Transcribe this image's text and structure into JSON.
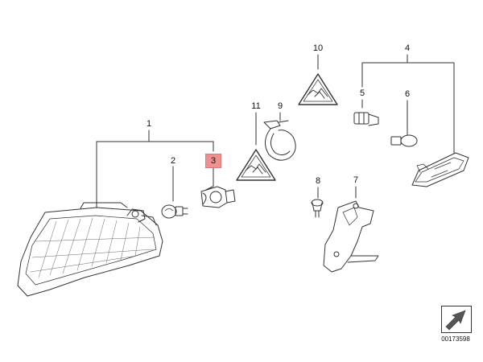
{
  "callouts": [
    {
      "id": "1",
      "label": "1"
    },
    {
      "id": "2",
      "label": "2"
    },
    {
      "id": "3",
      "label": "3",
      "highlighted": true
    },
    {
      "id": "4",
      "label": "4"
    },
    {
      "id": "5",
      "label": "5"
    },
    {
      "id": "6",
      "label": "6"
    },
    {
      "id": "7",
      "label": "7"
    },
    {
      "id": "8",
      "label": "8"
    },
    {
      "id": "9",
      "label": "9"
    },
    {
      "id": "10",
      "label": "10"
    },
    {
      "id": "11",
      "label": "11"
    }
  ],
  "drawing_id": "00173598",
  "colors": {
    "line": "#333333",
    "highlight": "#f08f8f"
  },
  "icons": {
    "warning_triangle": "warning-triangle-icon",
    "navigation_arrow": "diagram-arrow-icon"
  }
}
